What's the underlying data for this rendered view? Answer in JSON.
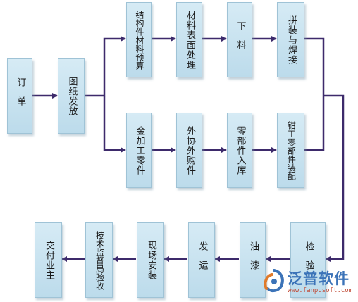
{
  "diagram": {
    "nodes": {
      "order": "订单",
      "drawings": "图纸发放",
      "budget": "结构件材料预算",
      "surface": "材料表面处理",
      "cut": "下料",
      "weld": "拼装与焊接",
      "metalwork": "金加工零件",
      "outsource": "外协外购件",
      "storage": "零部件入库",
      "fitter": "钳工零部件装配",
      "inspect": "检验",
      "paint": "油漆",
      "ship": "发运",
      "install": "现场安装",
      "accept": "技术监督局验收",
      "deliver": "交付业主"
    },
    "line_color": "#3d2a6b",
    "box_color": "#cfe6f1"
  },
  "watermark": {
    "name": "泛普软件",
    "url": "www.fanpusoft.com"
  }
}
